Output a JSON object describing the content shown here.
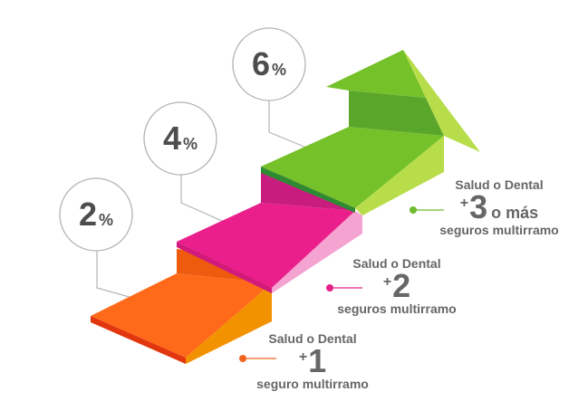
{
  "tiers": [
    {
      "percent": "2",
      "percent_sign": "%",
      "top": "Salud o Dental",
      "plus": "+",
      "number": "1",
      "suffix": "",
      "bottom": "seguro multirramo",
      "color": "#f06421"
    },
    {
      "percent": "4",
      "percent_sign": "%",
      "top": "Salud o Dental",
      "plus": "+",
      "number": "2",
      "suffix": "",
      "bottom": "seguros multirramo",
      "color": "#e5218a"
    },
    {
      "percent": "6",
      "percent_sign": "%",
      "top": "Salud o Dental",
      "plus": "+",
      "number": "3",
      "suffix": "o más",
      "bottom": "seguros multirramo",
      "color": "#6dbb2e"
    }
  ],
  "colors": {
    "orange_top": "#ff6a1a",
    "orange_front": "#f39200",
    "orange_dark": "#e2370e",
    "pink_top": "#ea1f8b",
    "pink_front": "#f5a3d1",
    "pink_riser": "#c81d7e",
    "green_top": "#75c12a",
    "green_light": "#b8dd4a",
    "green_dark": "#2e8b34",
    "circle_stroke": "#b3b3b3",
    "leader": "#b3b3b3"
  }
}
